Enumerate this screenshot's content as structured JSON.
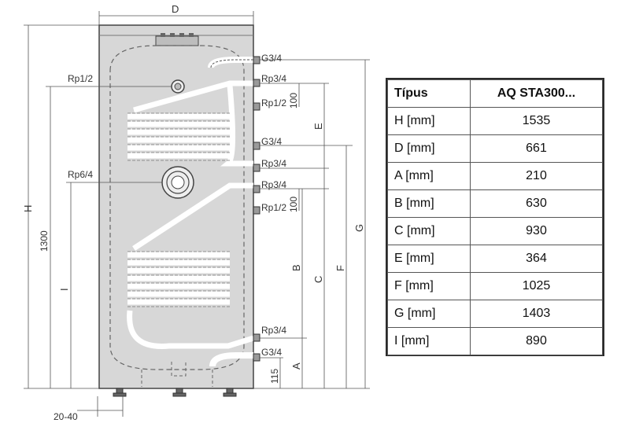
{
  "drawing": {
    "dimension_D": "D",
    "dimension_H": "H",
    "dimension_1300": "1300",
    "dimension_I": "I",
    "dimension_E": "E",
    "dimension_B": "B",
    "dimension_C": "C",
    "dimension_F": "F",
    "dimension_G": "G",
    "dimension_A": "A",
    "dimension_100_upper": "100",
    "dimension_100_lower": "100",
    "dimension_115": "115",
    "dimension_feet": "20-40",
    "port_rp12_left": "Rp1/2",
    "port_rp64_left": "Rp6/4",
    "port_g34_top": "G3/4",
    "port_rp34_1": "Rp3/4",
    "port_rp12_1": "Rp1/2",
    "port_g34_mid": "G3/4",
    "port_rp34_2": "Rp3/4",
    "port_rp34_3": "Rp3/4",
    "port_rp12_2": "Rp1/2",
    "port_rp34_4": "Rp3/4",
    "port_g34_bottom": "G3/4"
  },
  "table": {
    "header": [
      "Típus",
      "AQ STA300..."
    ],
    "rows": [
      [
        "H [mm]",
        "1535"
      ],
      [
        "D [mm]",
        "661"
      ],
      [
        "A [mm]",
        "210"
      ],
      [
        "B [mm]",
        "630"
      ],
      [
        "C [mm]",
        "930"
      ],
      [
        "E [mm]",
        "364"
      ],
      [
        "F [mm]",
        "1025"
      ],
      [
        "G [mm]",
        "1403"
      ],
      [
        "I [mm]",
        "890"
      ]
    ]
  }
}
